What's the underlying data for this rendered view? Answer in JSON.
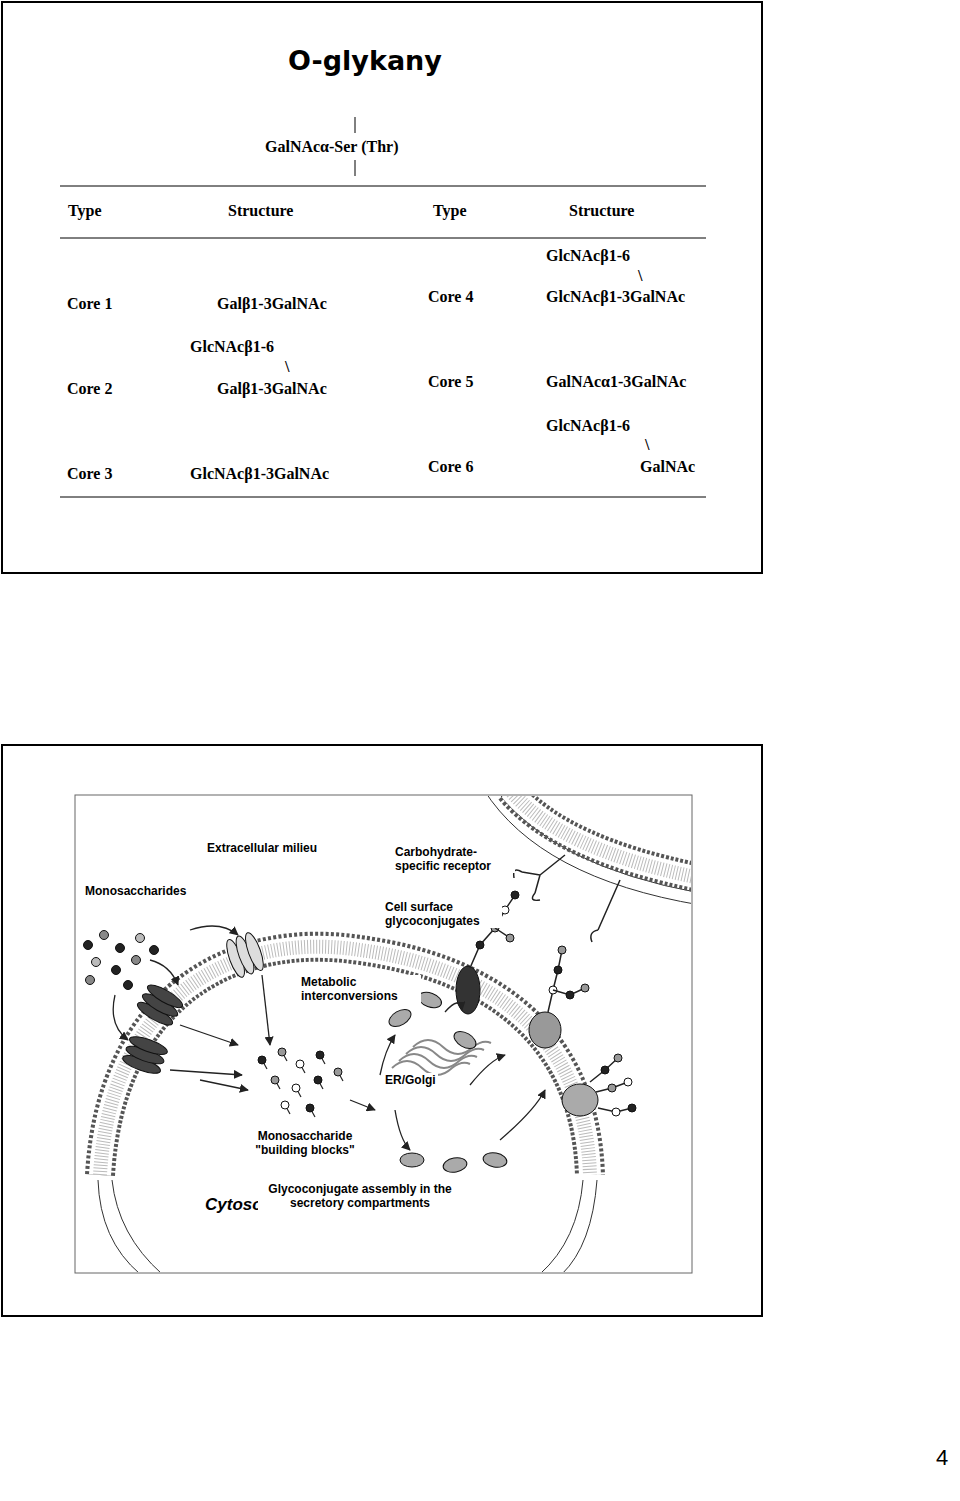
{
  "diagram": {
    "title": "O-glykany",
    "labels": [
      "GalNAcα-Ser (Thr)",
      "Type",
      "Structure",
      "Type",
      "Structure",
      "GlcNAcβ1-6",
      "\\",
      "Core 1",
      "Galβ1-3GalNAc",
      "Core 4",
      "GlcNAcβ1-3GalNAc",
      "GlcNAcβ1-6",
      "\\",
      "Core 2",
      "Galβ1-3GalNAc",
      "Core 5",
      "GalNAcα1-3GalNAc",
      "GlcNAcβ1-6",
      "\\",
      "Core 3",
      "GlcNAcβ1-3GalNAc",
      "Core 6",
      "GalNAc",
      "Extracellular milieu",
      "Monosaccharides",
      "Carbohydrate-specific receptor",
      "Cell surface glycoconjugates",
      "Metabolic interconversions",
      "ER/Golgi",
      "Monosaccharide \"building blocks\"",
      "Cytosol",
      "Glycoconjugate assembly in the secretory compartments",
      "4"
    ]
  }
}
